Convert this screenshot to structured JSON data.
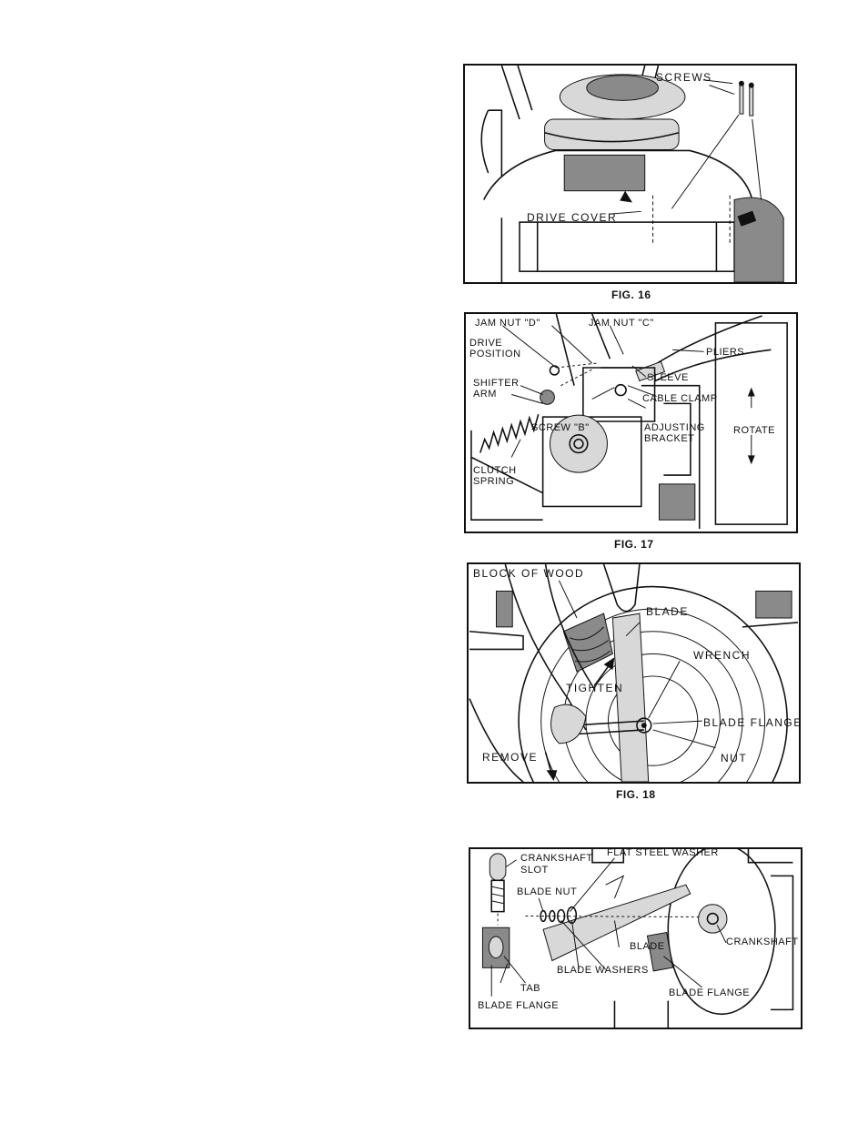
{
  "figures": [
    {
      "caption": "FIG. 16",
      "labels": {
        "screws": "SCREWS",
        "drive_cover": "DRIVE COVER"
      }
    },
    {
      "caption": "FIG. 17",
      "labels": {
        "jam_nut_d": "JAM NUT \"D\"",
        "jam_nut_c": "JAM NUT \"C\"",
        "drive_position_1": "DRIVE",
        "drive_position_2": "POSITION",
        "shifter_arm_1": "SHIFTER",
        "shifter_arm_2": "ARM",
        "pliers": "PLIERS",
        "sleeve": "SLEEVE",
        "cable_clamp": "CABLE CLAMP",
        "screw_b": "SCREW \"B\"",
        "adjusting_bracket_1": "ADJUSTING",
        "adjusting_bracket_2": "BRACKET",
        "rotate": "ROTATE",
        "clutch_spring_1": "CLUTCH",
        "clutch_spring_2": "SPRING"
      }
    },
    {
      "caption": "FIG. 18",
      "labels": {
        "block_of_wood": "BLOCK OF WOOD",
        "blade": "BLADE",
        "wrench": "WRENCH",
        "tighten": "TIGHTEN",
        "blade_flange": "BLADE FLANGE",
        "remove": "REMOVE",
        "nut": "NUT"
      }
    },
    {
      "caption": "",
      "labels": {
        "crankshaft_slot_1": "CRANKSHAFT",
        "crankshaft_slot_2": "SLOT",
        "flat_steel_washer": "FLAT STEEL WASHER",
        "blade_nut": "BLADE NUT",
        "blade": "BLADE",
        "crankshaft": "CRANKSHAFT",
        "blade_washers": "BLADE WASHERS",
        "tab": "TAB",
        "blade_flange_left": "BLADE FLANGE",
        "blade_flange_right": "BLADE FLANGE"
      }
    }
  ]
}
